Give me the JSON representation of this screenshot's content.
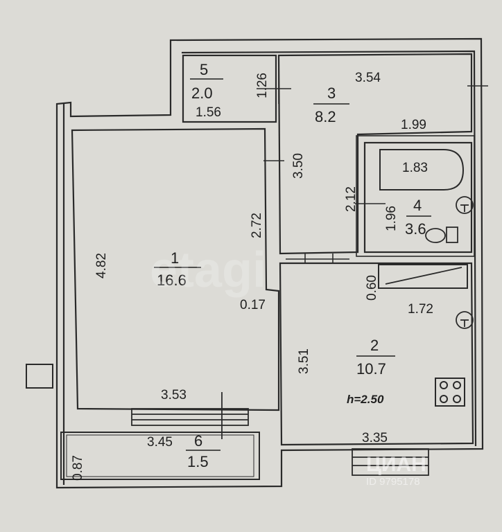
{
  "plan": {
    "ceiling_height": "h=2.50",
    "rooms": [
      {
        "number": "1",
        "area": "16.6"
      },
      {
        "number": "2",
        "area": "10.7"
      },
      {
        "number": "3",
        "area": "8.2"
      },
      {
        "number": "4",
        "area": "3.6"
      },
      {
        "number": "5",
        "area": "2.0"
      },
      {
        "number": "6",
        "area": "1.5"
      }
    ],
    "dimensions": {
      "r5_height": "1.26",
      "r5_width": "1.56",
      "r3_top": "3.54",
      "r3_bottom": "1.99",
      "r3_side": "3.50",
      "bath_len": "1.83",
      "r4_left": "2.12",
      "r4_inner": "1.96",
      "r1_height": "4.82",
      "r1_right": "2.72",
      "r1_step": "0.17",
      "r1_bottom": "3.53",
      "r2_left": "3.51",
      "r2_top": "1.72",
      "r2_bottom": "3.35",
      "closet": "0.60",
      "balcony_width": "3.45",
      "balcony_depth": "0.87"
    }
  },
  "watermarks": {
    "etagi": "etagi",
    "cian": "ЦИАН",
    "cian_id": "ID 9795178"
  }
}
